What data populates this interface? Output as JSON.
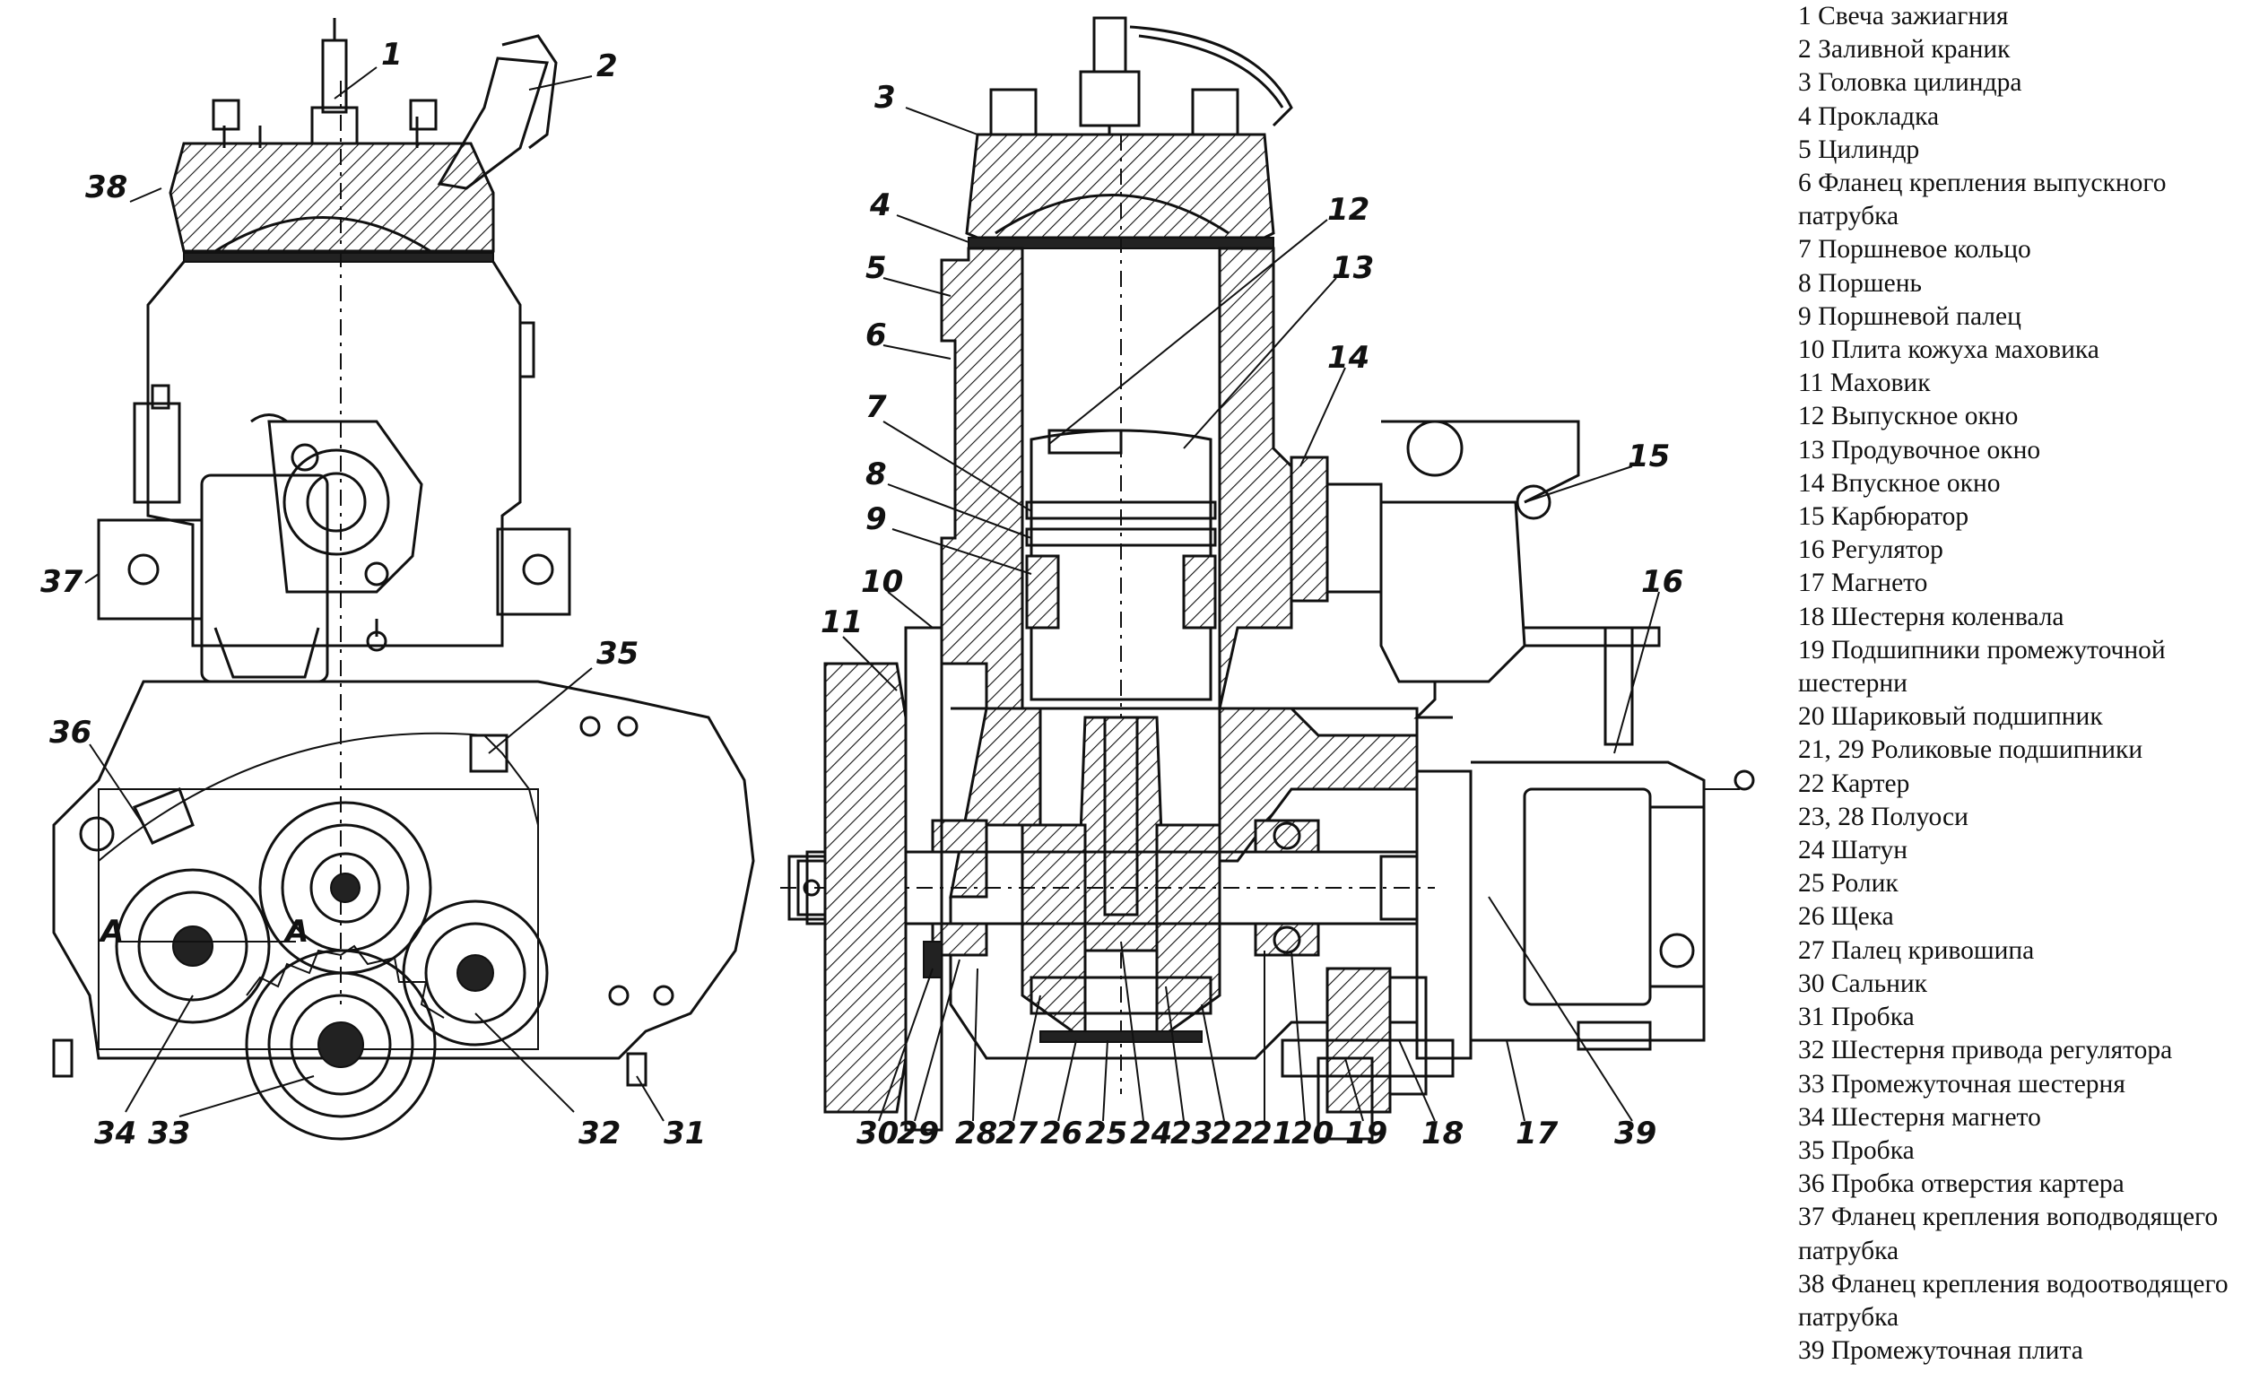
{
  "legend": [
    "1 Свеча зажиагния",
    "2 Заливной краник",
    "3 Головка цилиндра",
    "4 Прокладка",
    "5 Цилиндр",
    "6 Фланец крепления выпускного патрубка",
    "7 Поршневое кольцо",
    "8 Поршень",
    "9 Поршневой палец",
    "10 Плита кожуха маховика",
    "11 Маховик",
    "12 Выпускное окно",
    "13 Продувочное окно",
    "14 Впускное окно",
    "15 Карбюратор",
    "16 Регулятор",
    "17 Магнето",
    "18 Шестерня коленвала",
    "19 Подшипники промежуточной шестерни",
    "20 Шариковый подшипник",
    "21, 29 Роликовые подшипники",
    "22 Картер",
    "23, 28 Полуоси",
    "24 Шатун",
    "25 Ролик",
    "26 Щека",
    "27 Палец кривошипа",
    "30 Сальник",
    "31 Пробка",
    "32 Шестерня привода регулятора",
    "33 Промежуточная шестерня",
    "34 Шестерня магнето",
    "35 Пробка",
    "36 Пробка отверстия картера",
    "37 Фланец крепления воподводящего патрубка",
    "38 Фланец крепления водоотводящего патрубка",
    "39 Промежуточная плита"
  ],
  "callouts": {
    "left_view": [
      "1",
      "2",
      "38",
      "37",
      "36",
      "35",
      "34",
      "33",
      "32",
      "31"
    ],
    "right_view": [
      "3",
      "4",
      "5",
      "6",
      "7",
      "8",
      "9",
      "10",
      "11",
      "12",
      "13",
      "14",
      "15",
      "16",
      "30",
      "29",
      "28",
      "27",
      "26",
      "25",
      "24",
      "23",
      "22",
      "21",
      "20",
      "19",
      "18",
      "17",
      "39"
    ],
    "section_marks": [
      "A",
      "A"
    ]
  }
}
